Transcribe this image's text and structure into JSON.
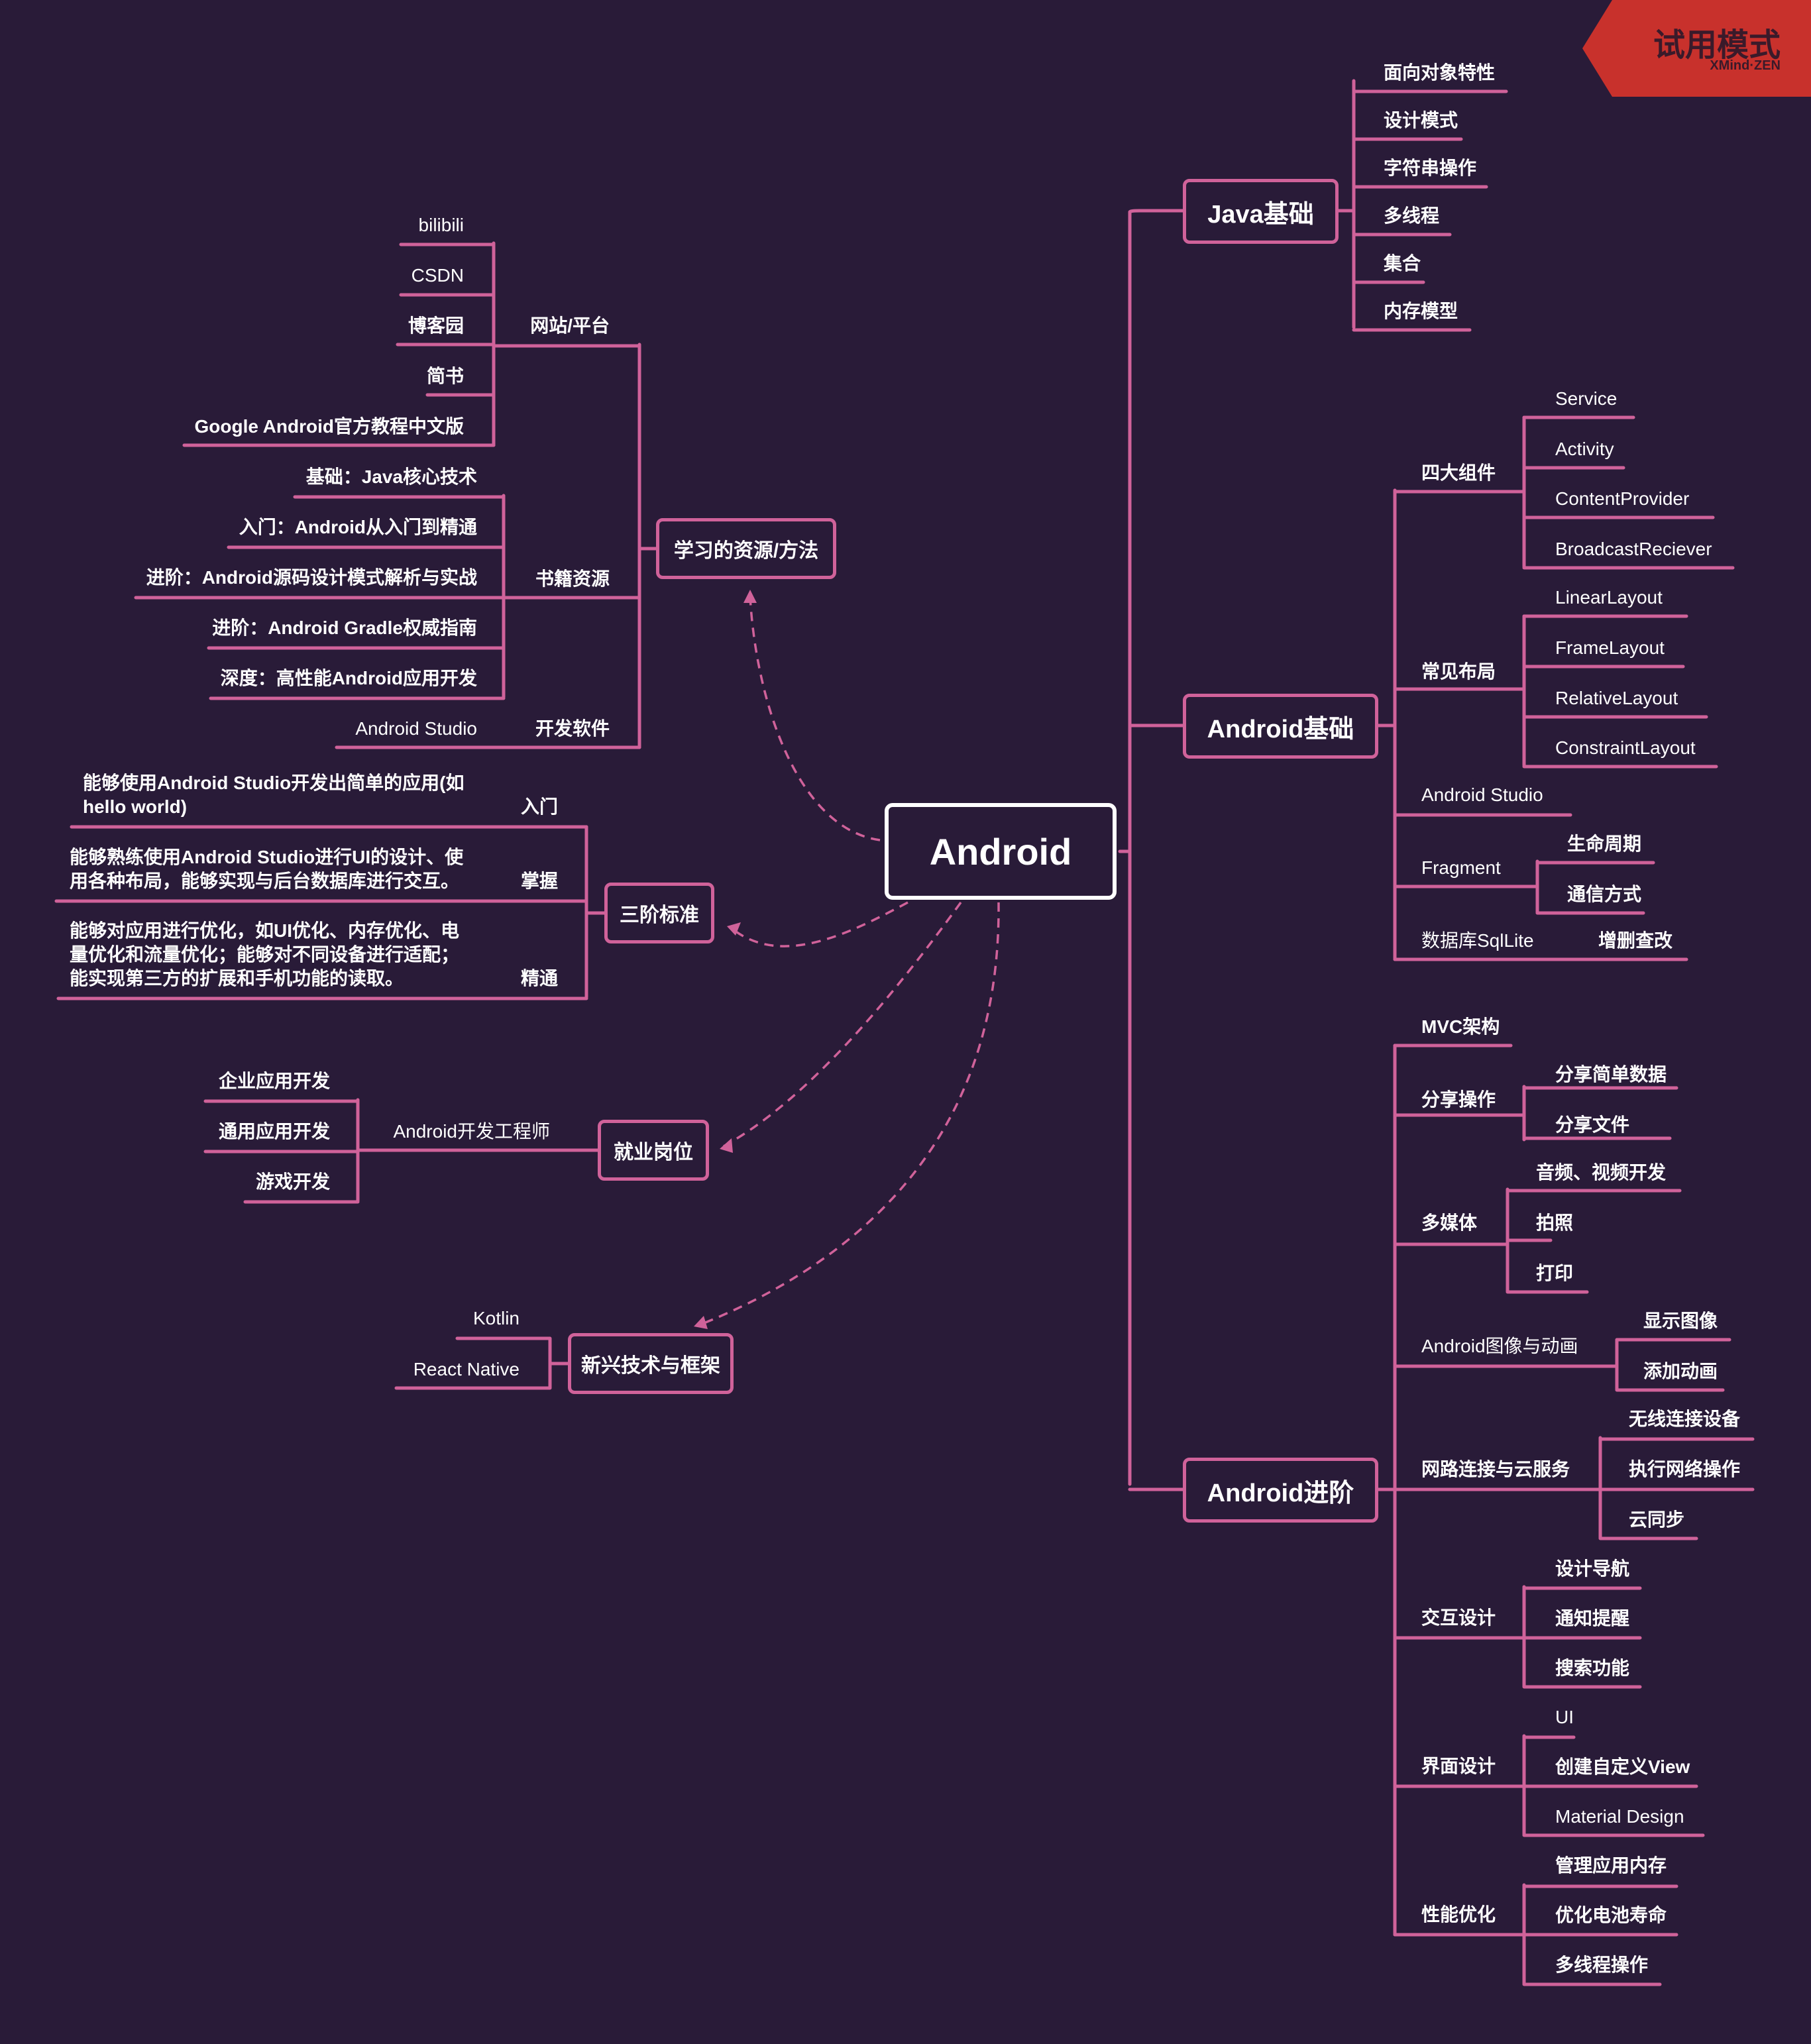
{
  "watermark": {
    "title": "试用模式",
    "brand": "XMind·ZEN"
  },
  "root": "Android",
  "right": {
    "java": {
      "label": "Java基础",
      "items": [
        "面向对象特性",
        "设计模式",
        "字符串操作",
        "多线程",
        "集合",
        "内存模型"
      ]
    },
    "basic": {
      "label": "Android基础",
      "four": {
        "label": "四大组件",
        "items": [
          "Service",
          "Activity",
          "ContentProvider",
          "BroadcastReciever"
        ]
      },
      "layout": {
        "label": "常见布局",
        "items": [
          "LinearLayout",
          "FrameLayout",
          "RelativeLayout",
          "ConstraintLayout"
        ]
      },
      "studio": "Android Studio",
      "fragment": {
        "label": "Fragment",
        "items": [
          "生命周期",
          "通信方式"
        ]
      },
      "db": {
        "label": "数据库SqlLite",
        "items": [
          "增删查改"
        ]
      }
    },
    "adv": {
      "label": "Android进阶",
      "mvc": "MVC架构",
      "share": {
        "label": "分享操作",
        "items": [
          "分享简单数据",
          "分享文件"
        ]
      },
      "media": {
        "label": "多媒体",
        "items": [
          "音频、视频开发",
          "拍照",
          "打印"
        ]
      },
      "anim": {
        "label": "Android图像与动画",
        "items": [
          "显示图像",
          "添加动画"
        ]
      },
      "net": {
        "label": "网路连接与云服务",
        "items": [
          "无线连接设备",
          "执行网络操作",
          "云同步"
        ]
      },
      "ux": {
        "label": "交互设计",
        "items": [
          "设计导航",
          "通知提醒",
          "搜索功能"
        ]
      },
      "ui": {
        "label": "界面设计",
        "items": [
          "UI",
          "创建自定义View",
          "Material Design"
        ]
      },
      "perf": {
        "label": "性能优化",
        "items": [
          "管理应用内存",
          "优化电池寿命",
          "多线程操作"
        ]
      }
    }
  },
  "left": {
    "res": {
      "label": "学习的资源/方法",
      "web": {
        "label": "网站/平台",
        "items": [
          "bilibili",
          "CSDN",
          "博客园",
          "简书",
          "Google Android官方教程中文版"
        ]
      },
      "books": {
        "label": "书籍资源",
        "items": [
          "基础：Java核心技术",
          "入门：Android从入门到精通",
          "进阶：Android源码设计模式解析与实战",
          "进阶：Android Gradle权威指南",
          "深度：高性能Android应用开发"
        ]
      },
      "soft": {
        "label": "开发软件",
        "items": [
          "Android Studio"
        ]
      }
    },
    "three": {
      "label": "三阶标准",
      "levels": [
        {
          "label": "入门",
          "text": "能够使用Android Studio开发出简单的应用(如hello world)"
        },
        {
          "label": "掌握",
          "text": "能够熟练使用Android Studio进行UI的设计、使用各种布局，能够实现与后台数据库进行交互。"
        },
        {
          "label": "精通",
          "text": "能够对应用进行优化，如UI优化、内存优化、电量优化和流量优化；能够对不同设备进行适配；能实现第三方的扩展和手机功能的读取。"
        }
      ]
    },
    "job": {
      "label": "就业岗位",
      "eng": {
        "label": "Android开发工程师",
        "items": [
          "企业应用开发",
          "通用应用开发",
          "游戏开发"
        ]
      }
    },
    "new": {
      "label": "新兴技术与框架",
      "items": [
        "Kotlin",
        "React Native"
      ]
    }
  },
  "colors": {
    "background": "#291b38",
    "line": "#d0629a",
    "text": "#ffffff",
    "watermark": "#c8312c"
  }
}
